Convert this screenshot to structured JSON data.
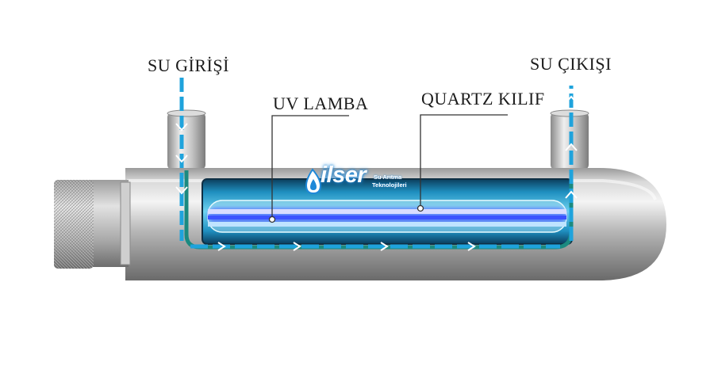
{
  "labels": {
    "water_inlet": "SU GİRİŞİ",
    "water_outlet": "SU ÇIKIŞI",
    "uv_lamp": "UV LAMBA",
    "quartz_sleeve": "QUARTZ KILIF"
  },
  "logo": {
    "word": "ilser",
    "line1": "Su Arıtma",
    "line2": "Teknolojileri"
  },
  "colors": {
    "flow": "#1fa3dc",
    "uv_glow": "#3b6bff",
    "steel_dark": "#6f6f6f",
    "steel_light": "#f1f1f1",
    "leader": "#333333"
  },
  "icons": [
    "water-drop-icon",
    "flow-arrow-icon"
  ]
}
